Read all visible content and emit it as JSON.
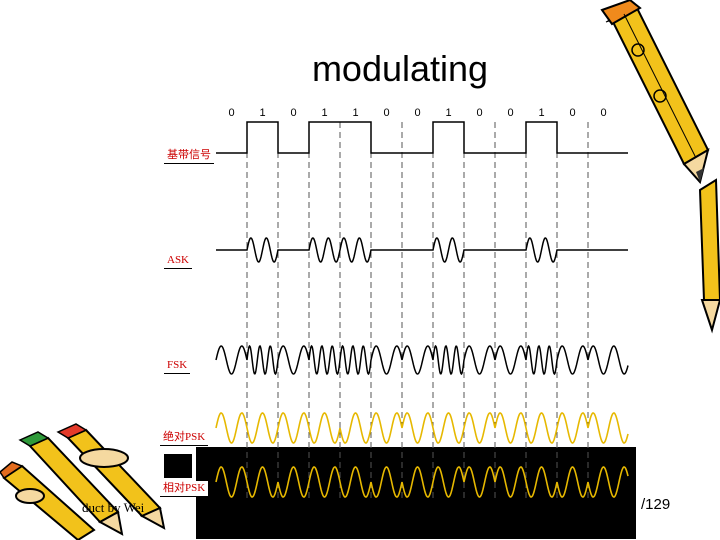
{
  "title": "modulating",
  "bits": [
    "0",
    "1",
    "0",
    "1",
    "1",
    "0",
    "0",
    "1",
    "0",
    "0",
    "1",
    "0",
    "0"
  ],
  "labels": {
    "baseband": "基带信号",
    "ask": "ASK",
    "fsk": "FSK",
    "abs_psk": "绝对PSK",
    "rel_psk": "相对PSK"
  },
  "footer": {
    "credit": "duct by Wei",
    "page": "/129"
  },
  "colors": {
    "waveform": "#000000",
    "psk_wave": "#e6b800",
    "dark_panel": "#000000",
    "label_text": "#cc0000"
  },
  "decorations": [
    "pencil-clipart-top-right",
    "pencils-clipart-bottom-left"
  ]
}
